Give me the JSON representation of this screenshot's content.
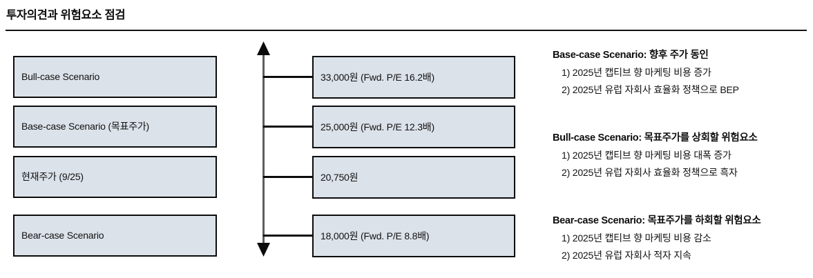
{
  "header": {
    "title": "투자의견과 위험요소 점검"
  },
  "scenarios": [
    {
      "label": "Bull-case Scenario",
      "price": "33,000원 (Fwd. P/E 16.2배)"
    },
    {
      "label": "Base-case Scenario (목표주가)",
      "price": "25,000원 (Fwd. P/E 12.3배)"
    },
    {
      "label": "현재주가 (9/25)",
      "price": "20,750원"
    },
    {
      "label": "Bear-case Scenario",
      "price": "18,000원 (Fwd. P/E 8.8배)"
    }
  ],
  "notes": [
    {
      "heading": "Base-case Scenario: 향후 주가 동인",
      "items": [
        "1) 2025년 캡티브 향 마케팅 비용 증가",
        "2) 2025년 유럽 자회사 효율화 정책으로 BEP"
      ]
    },
    {
      "heading": "Bull-case Scenario: 목표주가를 상회할 위험요소",
      "items": [
        "1) 2025년 캡티브 향 마케팅 비용 대폭 증가",
        "2) 2025년 유럽 자회사 효율화 정책으로 흑자"
      ]
    },
    {
      "heading": "Bear-case Scenario: 목표주가를 하회할 위험요소",
      "items": [
        "1) 2025년 캡티브 향 마케팅 비용 감소",
        "2) 2025년 유럽 자회사 적자 지속"
      ]
    }
  ],
  "colors": {
    "box_fill": "#dce2ea",
    "box_border": "#0b0b0b",
    "axis_shaft": "#5d5d5d",
    "text": "#111111"
  }
}
